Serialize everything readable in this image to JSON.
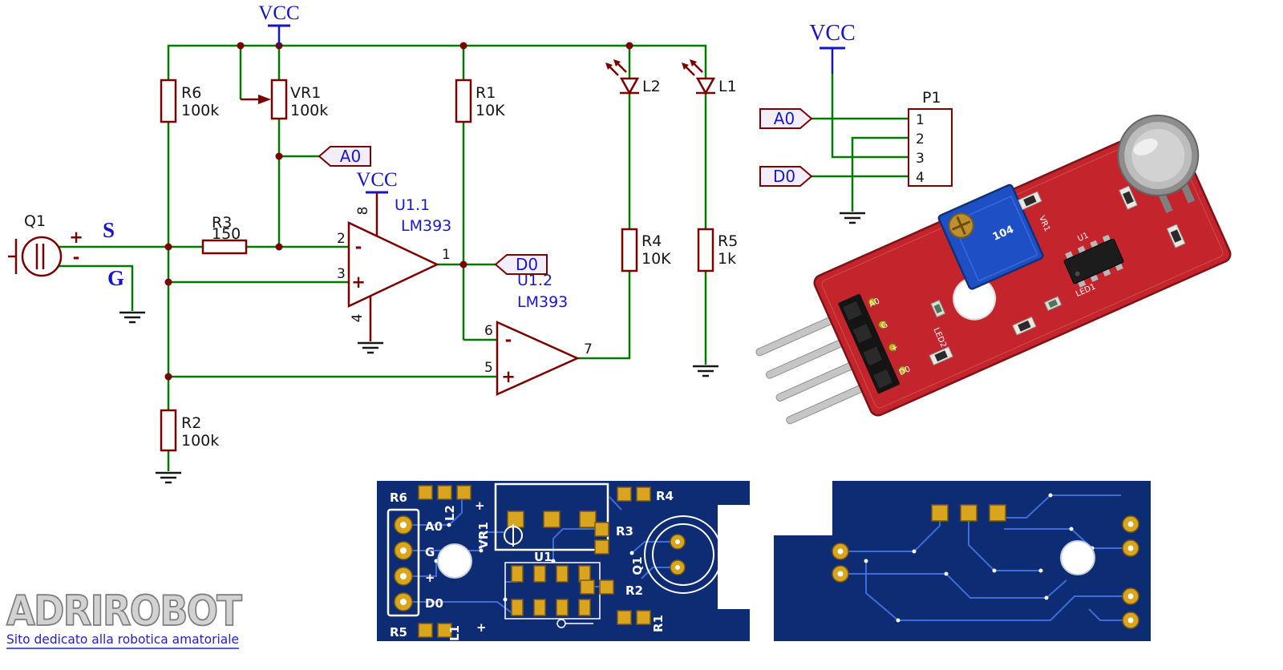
{
  "schematic": {
    "vcc1": "VCC",
    "vcc2": "VCC",
    "q1": {
      "ref": "Q1",
      "plus": "+",
      "minus": "-"
    },
    "nets": {
      "s": "S",
      "g": "G"
    },
    "r6": {
      "ref": "R6",
      "value": "100k"
    },
    "vr1": {
      "ref": "VR1",
      "value": "100k"
    },
    "r3": {
      "ref": "R3",
      "value": "150"
    },
    "r1": {
      "ref": "R1",
      "value": "10K"
    },
    "r2": {
      "ref": "R2",
      "value": "100k"
    },
    "r4": {
      "ref": "R4",
      "value": "10K"
    },
    "r5": {
      "ref": "R5",
      "value": "1k"
    },
    "l2": {
      "ref": "L2"
    },
    "l1": {
      "ref": "L1"
    },
    "u11": {
      "ref": "U1.1",
      "part": "LM393",
      "pin_out": "1",
      "pin_inv": "2",
      "pin_ninv": "3",
      "pin_vcc": "8",
      "pin_gnd": "4",
      "minus": "-",
      "plus": "+"
    },
    "u12": {
      "ref": "U1.2",
      "part": "LM393",
      "pin_out": "7",
      "pin_inv": "6",
      "pin_ninv": "5",
      "minus": "-",
      "plus": "+"
    },
    "port_a0": "A0",
    "port_d0": "D0"
  },
  "connector": {
    "vcc": "VCC",
    "port_a0": "A0",
    "port_d0": "D0",
    "p1": {
      "ref": "P1",
      "pins": [
        "1",
        "2",
        "3",
        "4"
      ]
    }
  },
  "photo": {
    "marking": "104",
    "silk_u1": "U1",
    "silk_vr1": "VR1",
    "silk_led1": "LED1",
    "silk_led2": "LED2",
    "silk_a0": "A0",
    "silk_g": "G",
    "silk_plus": "+",
    "silk_d0": "D0"
  },
  "pcb_front": {
    "r6": "R6",
    "l2": "L2",
    "plus_top": "+",
    "a0": "A0",
    "g": "G",
    "plus": "+",
    "d0": "D0",
    "r5": "R5",
    "l1": "L1",
    "plus_bottom": "+",
    "vr1": "VR1",
    "u1": "U1",
    "r4": "R4",
    "r3": "R3",
    "q1": "Q1",
    "r2": "R2",
    "r1": "R1"
  },
  "logo": {
    "title": "ADRIROBOT",
    "subtitle": "Sito dedicato alla robotica amatoriale"
  }
}
